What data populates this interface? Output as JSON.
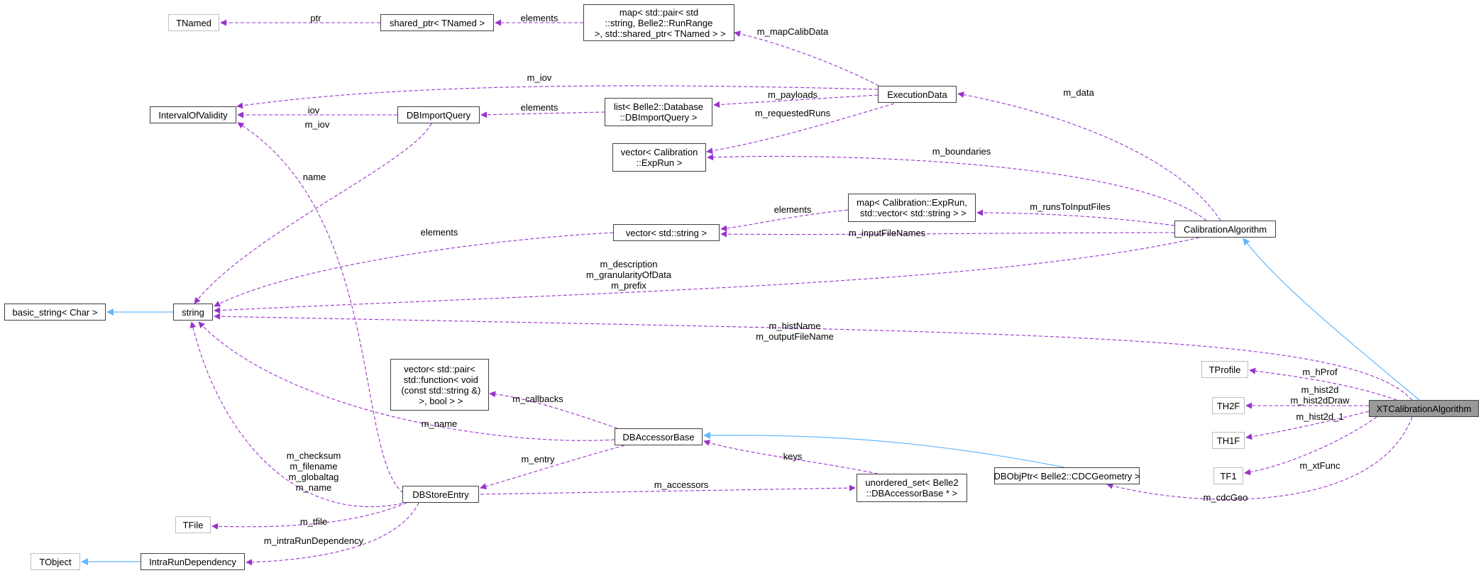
{
  "diagram": {
    "nodes": [
      {
        "id": "tnamed",
        "label": "TNamed",
        "grey": true
      },
      {
        "id": "shared_ptr",
        "label": "shared_ptr< TNamed >"
      },
      {
        "id": "map_runrange",
        "label": "map< std::pair< std\n::string, Belle2::RunRange\n >, std::shared_ptr< TNamed > >"
      },
      {
        "id": "iov",
        "label": "IntervalOfValidity"
      },
      {
        "id": "dbimportquery",
        "label": "DBImportQuery"
      },
      {
        "id": "list_dbiq",
        "label": "list< Belle2::Database\n::DBImportQuery >"
      },
      {
        "id": "executiondata",
        "label": "ExecutionData"
      },
      {
        "id": "vec_exprun",
        "label": "vector< Calibration\n::ExpRun >"
      },
      {
        "id": "map_exprun",
        "label": "map< Calibration::ExpRun,\n std::vector< std::string > >"
      },
      {
        "id": "vec_string",
        "label": "vector< std::string >"
      },
      {
        "id": "calalgo",
        "label": "CalibrationAlgorithm"
      },
      {
        "id": "basic_string",
        "label": "basic_string< Char >"
      },
      {
        "id": "string",
        "label": "string"
      },
      {
        "id": "tprofile",
        "label": "TProfile",
        "grey": true
      },
      {
        "id": "th2f",
        "label": "TH2F",
        "grey": true
      },
      {
        "id": "xtcal",
        "label": "XTCalibrationAlgorithm",
        "selected": true
      },
      {
        "id": "th1f",
        "label": "TH1F",
        "grey": true
      },
      {
        "id": "tf1",
        "label": "TF1",
        "grey": true
      },
      {
        "id": "vec_pair_fn",
        "label": "vector< std::pair<\n std::function< void\n (const std::string &)\n >, bool > >"
      },
      {
        "id": "dbaccessorbase",
        "label": "DBAccessorBase"
      },
      {
        "id": "dbobjptr",
        "label": "DBObjPtr< Belle2::CDCGeometry >"
      },
      {
        "id": "dbstoreentry",
        "label": "DBStoreEntry"
      },
      {
        "id": "unordered_set",
        "label": "unordered_set< Belle2\n::DBAccessorBase * >"
      },
      {
        "id": "tfile",
        "label": "TFile",
        "grey": true
      },
      {
        "id": "tobject",
        "label": "TObject",
        "grey": true
      },
      {
        "id": "intrarundep",
        "label": "IntraRunDependency"
      }
    ],
    "edges": [
      {
        "id": "e_ptr",
        "label": "ptr",
        "kind": "usage"
      },
      {
        "id": "e_elements_map",
        "label": "elements",
        "kind": "usage"
      },
      {
        "id": "e_mapcalib",
        "label": "m_mapCalibData",
        "kind": "usage"
      },
      {
        "id": "e_iov_exec",
        "label": "m_iov",
        "kind": "usage"
      },
      {
        "id": "e_iov_dbiq",
        "label": "iov",
        "kind": "usage"
      },
      {
        "id": "e_iov_dbse",
        "label": "m_iov",
        "kind": "usage"
      },
      {
        "id": "e_elements_list",
        "label": "elements",
        "kind": "usage"
      },
      {
        "id": "e_payloads",
        "label": "m_payloads",
        "kind": "usage"
      },
      {
        "id": "e_reqruns",
        "label": "m_requestedRuns",
        "kind": "usage"
      },
      {
        "id": "e_data",
        "label": "m_data",
        "kind": "usage"
      },
      {
        "id": "e_boundaries",
        "label": "m_boundaries",
        "kind": "usage"
      },
      {
        "id": "e_runsinput",
        "label": "m_runsToInputFiles",
        "kind": "usage"
      },
      {
        "id": "e_elements_vec",
        "label": "elements",
        "kind": "usage"
      },
      {
        "id": "e_inputfiles",
        "label": "m_inputFileNames",
        "kind": "usage"
      },
      {
        "id": "e_name_dbiq",
        "label": "name",
        "kind": "usage"
      },
      {
        "id": "e_elements_string",
        "label": "elements",
        "kind": "usage"
      },
      {
        "id": "e_desc",
        "label": "m_description\nm_granularityOfData\nm_prefix",
        "kind": "usage"
      },
      {
        "id": "e_histname",
        "label": "m_histName\nm_outputFileName",
        "kind": "usage"
      },
      {
        "id": "e_hprof",
        "label": "m_hProf",
        "kind": "usage"
      },
      {
        "id": "e_hist2d",
        "label": "m_hist2d\nm_hist2dDraw",
        "kind": "usage"
      },
      {
        "id": "e_hist2d1",
        "label": "m_hist2d_1",
        "kind": "usage"
      },
      {
        "id": "e_xtfunc",
        "label": "m_xtFunc",
        "kind": "usage"
      },
      {
        "id": "e_cdcgeo",
        "label": "m_cdcGeo",
        "kind": "usage"
      },
      {
        "id": "e_callbacks",
        "label": "m_callbacks",
        "kind": "usage"
      },
      {
        "id": "e_name_dbab",
        "label": "m_name",
        "kind": "usage"
      },
      {
        "id": "e_entry",
        "label": "m_entry",
        "kind": "usage"
      },
      {
        "id": "e_keys",
        "label": "keys",
        "kind": "usage"
      },
      {
        "id": "e_accessors",
        "label": "m_accessors",
        "kind": "usage"
      },
      {
        "id": "e_checksum",
        "label": "m_checksum\nm_filename\nm_globaltag\nm_name",
        "kind": "usage"
      },
      {
        "id": "e_tfile",
        "label": "m_tfile",
        "kind": "usage"
      },
      {
        "id": "e_intrarun",
        "label": "m_intraRunDependency",
        "kind": "usage"
      },
      {
        "id": "i_basic_string",
        "label": "",
        "kind": "inherit"
      },
      {
        "id": "i_calalgo",
        "label": "",
        "kind": "inherit"
      },
      {
        "id": "i_dbobjptr",
        "label": "",
        "kind": "inherit"
      },
      {
        "id": "i_tobject",
        "label": "",
        "kind": "inherit"
      }
    ]
  },
  "colors": {
    "usage_edge": "#9a32cd",
    "inherit_edge": "#63b8ff",
    "node_border": "#404040",
    "node_border_grey": "#bfbfbf",
    "node_selected_fill": "#999999"
  }
}
